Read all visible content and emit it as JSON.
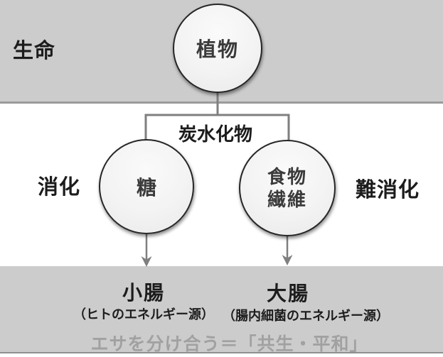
{
  "diagram": {
    "labels": {
      "life": "生命",
      "digestion": "消化",
      "indigestible": "難消化"
    },
    "nodes": {
      "plant": "植物",
      "carbohydrate": "炭水化物",
      "sugar": "糖",
      "fiber_line1": "食物",
      "fiber_line2": "繊維"
    },
    "destinations": {
      "small_intestine_title": "小腸",
      "small_intestine_caption": "（ヒトのエネルギー源）",
      "large_intestine_title": "大腸",
      "large_intestine_caption": "（腸内細菌のエネルギー源）"
    },
    "footer": "エサを分け合う＝「共生・平和」"
  },
  "colors": {
    "band_gray": "#cccccc",
    "band_border": "#9b9b9b",
    "band_border_dark": "#8f8f8f",
    "connector": "#7f7f7f",
    "circle_border": "#262626",
    "circle_text": "#3a3a3a",
    "text_dark": "#1c1c1c",
    "muted_text": "#a1a1a1"
  }
}
